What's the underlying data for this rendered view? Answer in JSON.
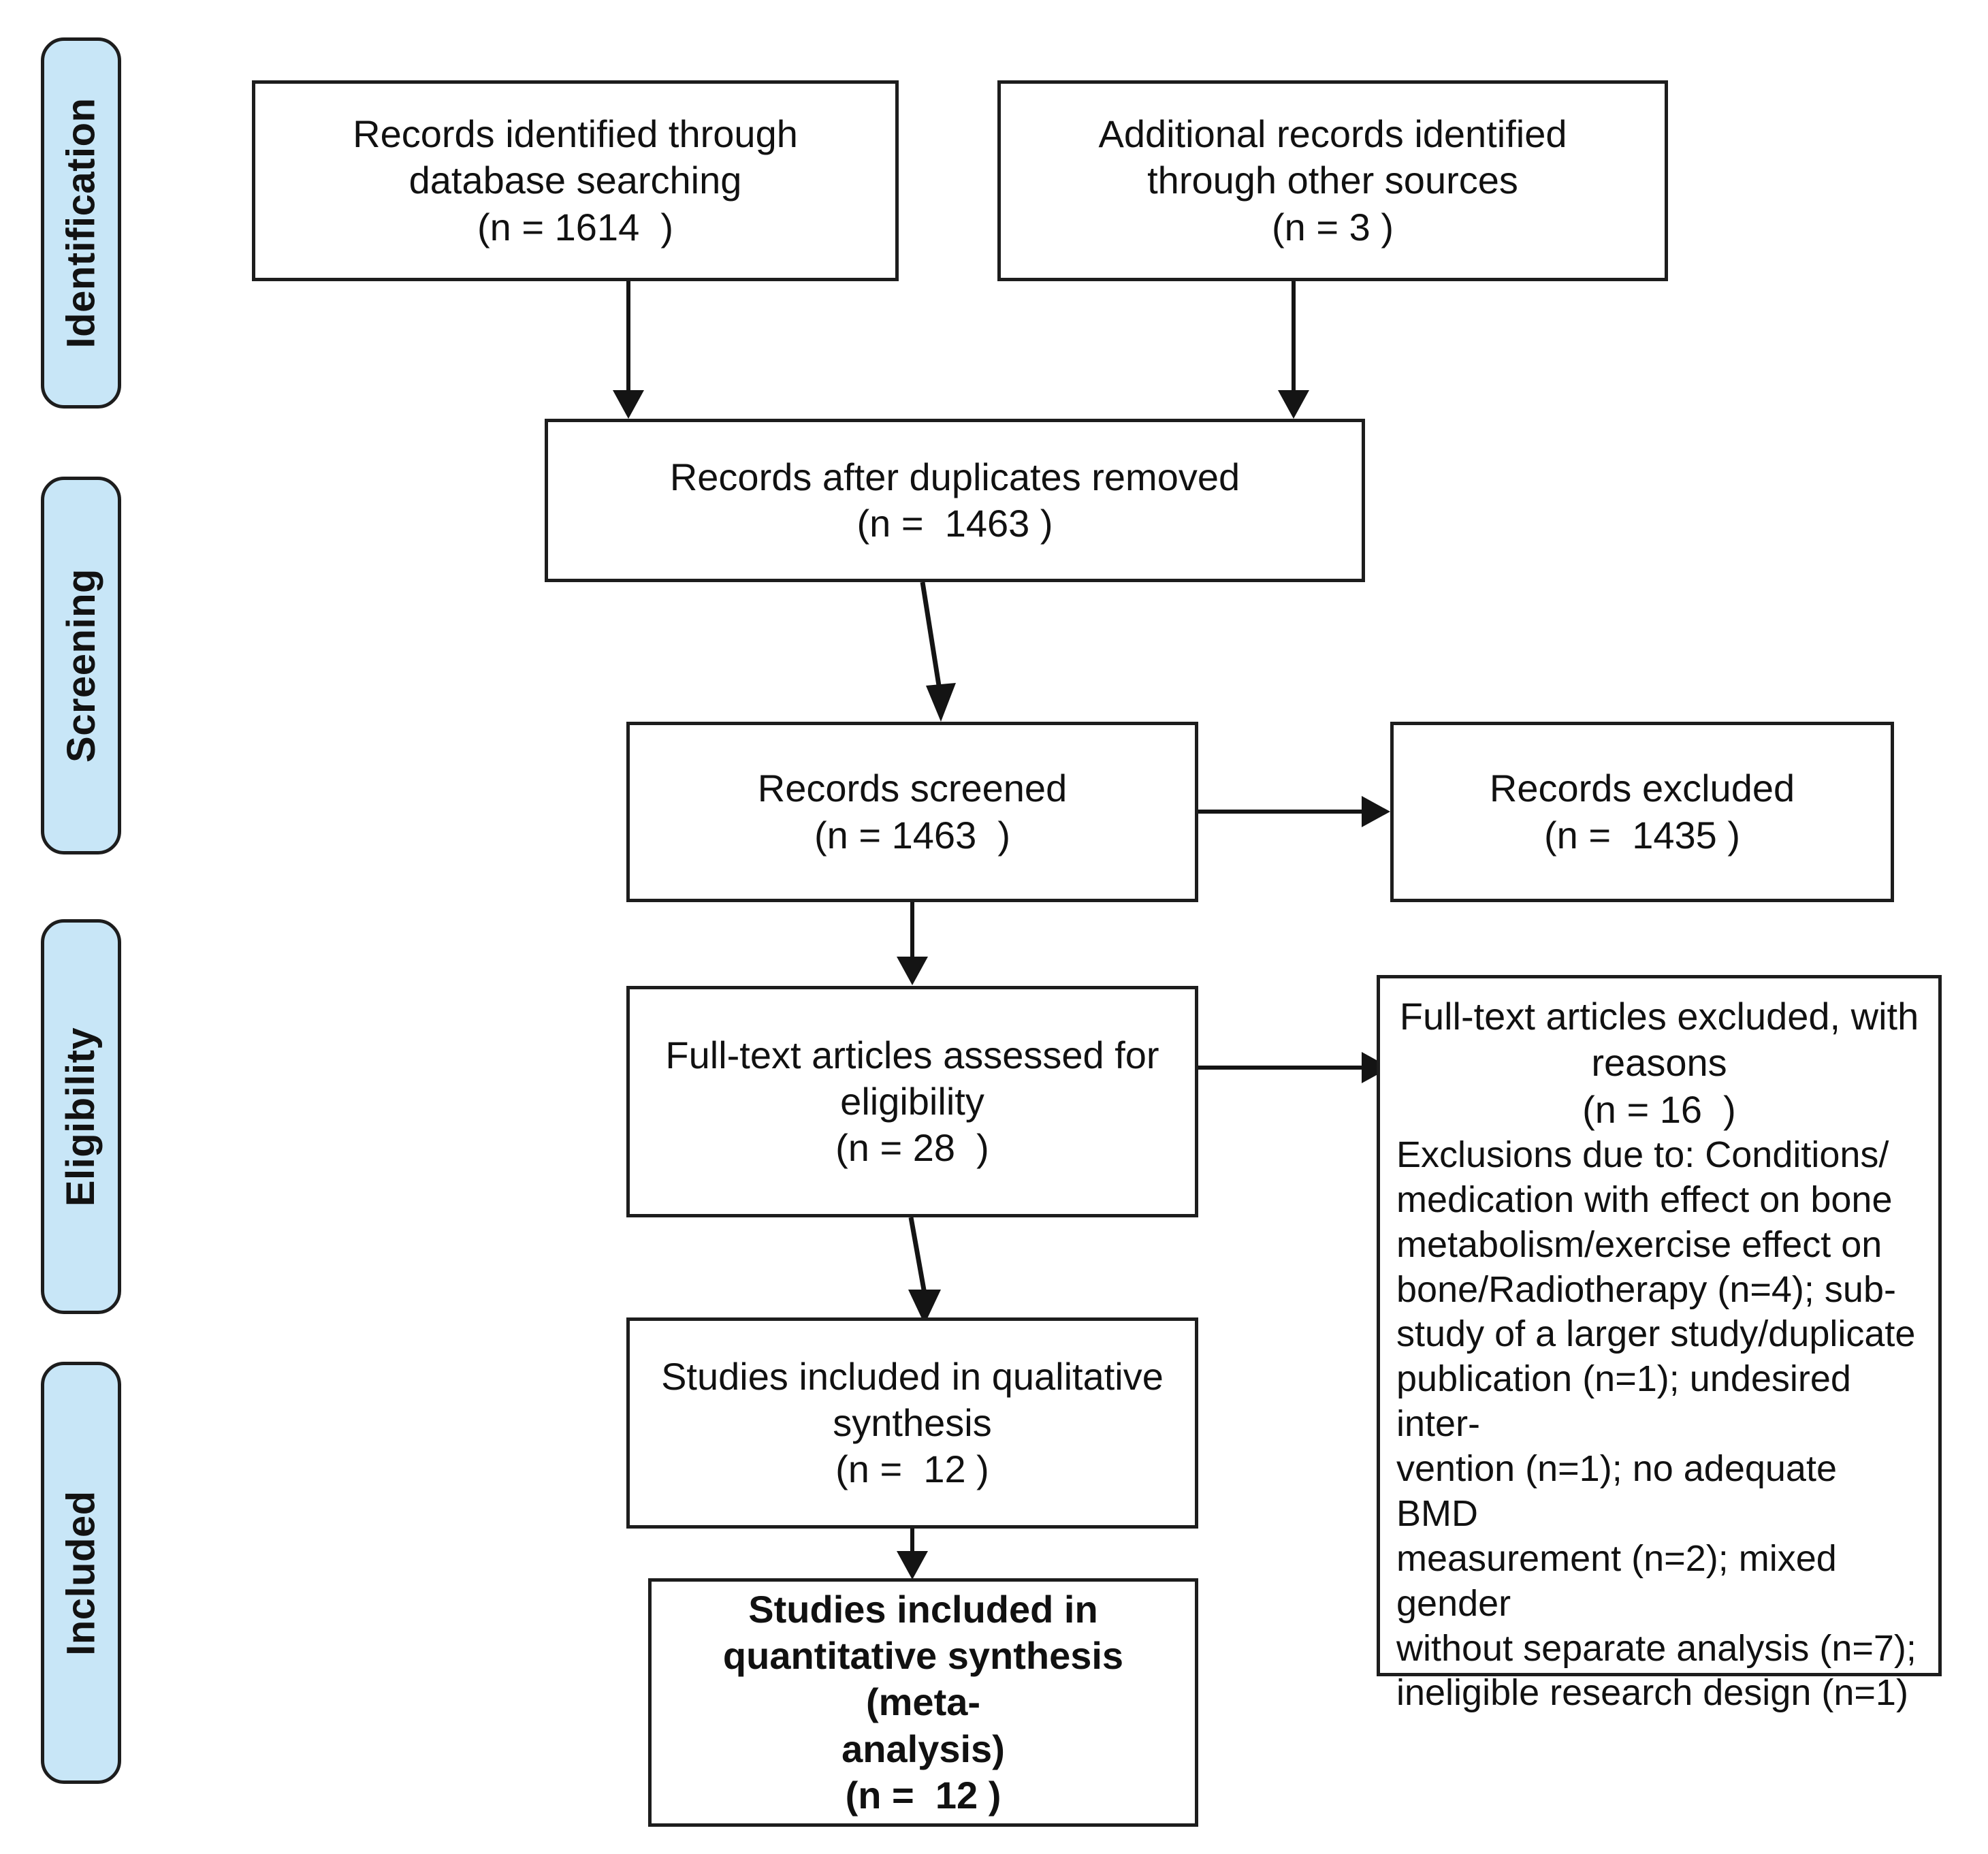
{
  "diagram": {
    "type": "prisma-flow-diagram",
    "phases": [
      {
        "id": "identification",
        "label": "Identification"
      },
      {
        "id": "screening",
        "label": "Screening"
      },
      {
        "id": "eligibility",
        "label": "Eligibility"
      },
      {
        "id": "included",
        "label": "Included"
      }
    ],
    "boxes": {
      "database_searching": {
        "line1": "Records identified through",
        "line2": "database searching",
        "line3": "(n = 1614  )"
      },
      "other_sources": {
        "line1": "Additional records identified",
        "line2": "through other sources",
        "line3": "(n = 3 )"
      },
      "duplicates_removed": {
        "line1": "Records after duplicates removed",
        "line2": "(n =  1463 )"
      },
      "records_screened": {
        "line1": "Records screened",
        "line2": "(n = 1463  )"
      },
      "records_excluded": {
        "line1": "Records excluded",
        "line2": "(n =  1435 )"
      },
      "fulltext_assessed": {
        "line1": "Full-text articles assessed for",
        "line2": "eligibility",
        "line3": "(n = 28  )"
      },
      "fulltext_excluded": {
        "line1": "Full-text articles excluded, with",
        "line2": "reasons",
        "line3": "(n = 16  )",
        "reasons": "Exclusions due to: Conditions/\nmedication with effect on bone\nmetabolism/exercise effect on\nbone/Radiotherapy (n=4); sub-\nstudy of a larger study/duplicate\npublication (n=1); undesired inter-\nvention (n=1); no adequate BMD\nmeasurement (n=2); mixed gender\nwithout separate analysis (n=7);\nineligible research design (n=1)"
      },
      "qualitative_synthesis": {
        "line1": "Studies included in qualitative",
        "line2": "synthesis",
        "line3": "(n =  12 )"
      },
      "quantitative_synthesis": {
        "line1": "Studies included in",
        "line2": "quantitative synthesis (meta-",
        "line3": "analysis)",
        "line4": "(n =  12 )"
      }
    },
    "colors": {
      "phase_fill": "#c8e6f7",
      "stroke": "#1d1d1d",
      "text": "#111111",
      "background": "#ffffff"
    }
  }
}
